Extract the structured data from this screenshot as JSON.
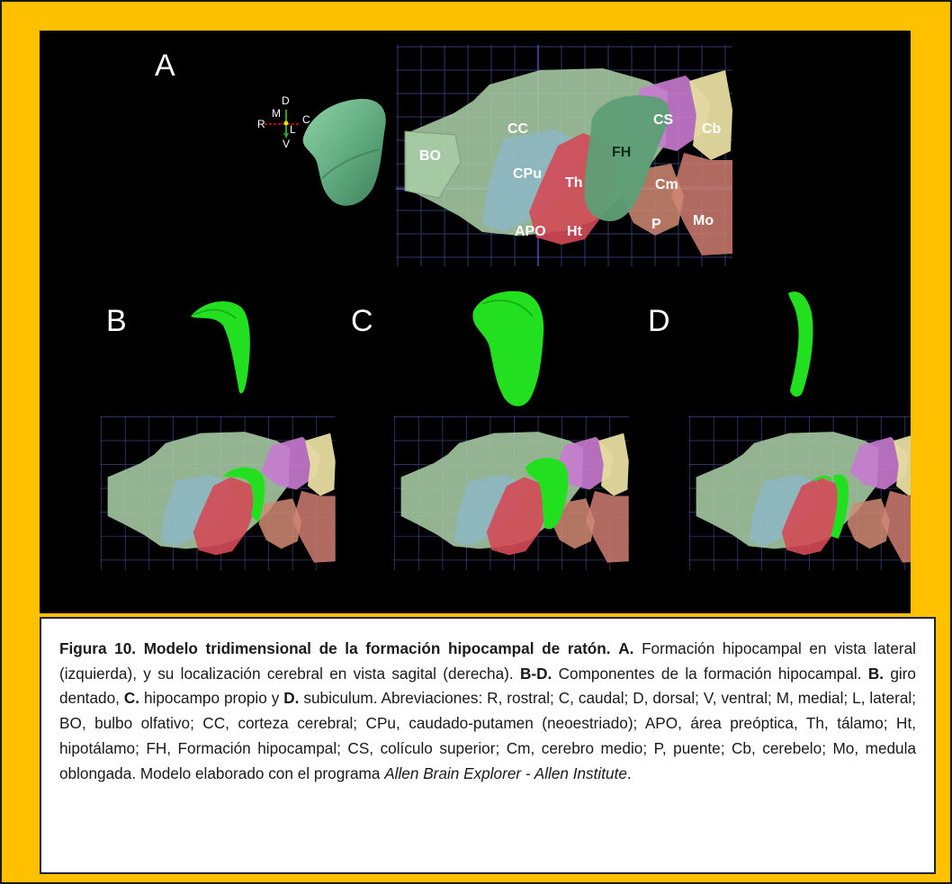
{
  "panels": {
    "a": {
      "letter": "A"
    },
    "b": {
      "letter": "B"
    },
    "c": {
      "letter": "C"
    },
    "d": {
      "letter": "D"
    }
  },
  "orientation": {
    "dorsal": "D",
    "medial": "M",
    "rostral": "R",
    "caudal": "C",
    "lateral": "L",
    "ventral": "V"
  },
  "regions": {
    "bo": "BO",
    "cc": "CC",
    "cpu": "CPu",
    "th": "Th",
    "apo": "APO",
    "ht": "Ht",
    "fh": "FH",
    "cs": "CS",
    "cb": "Cb",
    "cm": "Cm",
    "p": "P",
    "mo": "Mo"
  },
  "colors": {
    "frame": "#ffc000",
    "hippocampal_model": "#6fb58a",
    "highlight": "#22e01f",
    "cortex": "#a7cca5",
    "striatum": "#8cb7c4",
    "thalamus": "#d34a57",
    "midbrain": "#c97ad0",
    "cerebellum": "#e6dca0",
    "hindbrain": "#cf7c71"
  },
  "caption": {
    "title": "Figura 10. Modelo tridimensional de la formación hipocampal de ratón.",
    "a_label": "A.",
    "a_text": " Formación hipocampal en vista lateral (izquierda), y su localización cerebral en vista sagital (derecha). ",
    "bd_label": "B-D.",
    "bd_text": " Componentes de la formación hipocampal. ",
    "b_label": "B.",
    "b_text": " giro dentado, ",
    "c_label": "C.",
    "c_text": " hipocampo propio y ",
    "d_label": "D.",
    "d_text": " subiculum. Abreviaciones: R, rostral; C, caudal; D, dorsal; V, ventral; M, medial; L, lateral; BO, bulbo olfativo; CC, corteza cerebral; CPu, caudado-putamen (neoestriado); APO, área preóptica, Th, tálamo; Ht, hipotálamo; FH, Formación hipocampal; CS, colículo superior; Cm, cerebro medio; P, puente; Cb, cerebelo; Mo, medula oblongada. Modelo elaborado con el programa ",
    "software": "Allen Brain Explorer - Allen Institute",
    "end": "."
  }
}
